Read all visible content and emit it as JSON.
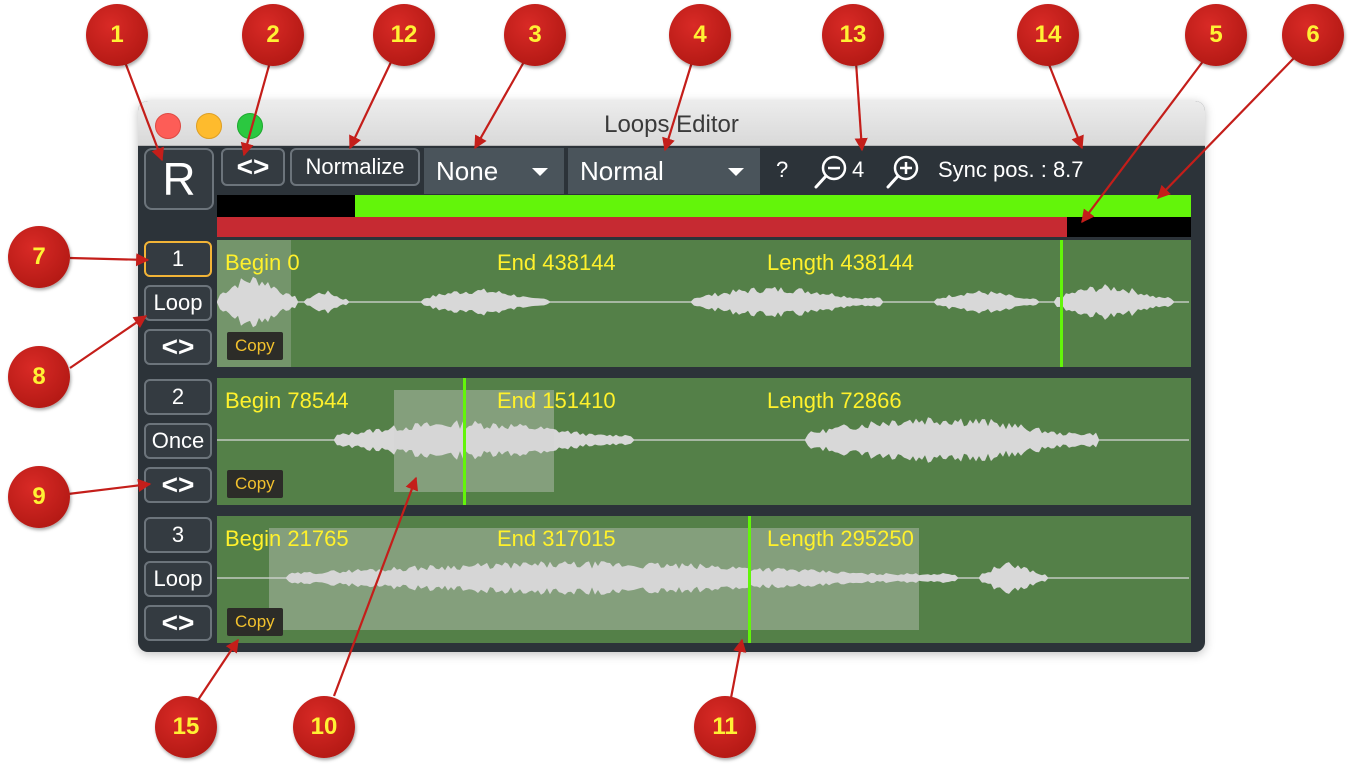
{
  "window": {
    "title": "Loops Editor"
  },
  "toolbar": {
    "record_label": "R",
    "arrows_label": "<>",
    "normalize_label": "Normalize",
    "dropdown_one": "None",
    "dropdown_two": "Normal",
    "help_label": "?",
    "zoom_level": "4",
    "sync_label": "Sync pos. :  8.7"
  },
  "overview": {
    "top_bar_fill_fraction_start": 0.142,
    "bottom_bar_fill_fraction": 0.873
  },
  "tracks": [
    {
      "number": "1",
      "mode": "Loop",
      "arrows": "<>",
      "begin": "Begin 0",
      "end": "End 438144",
      "length": "Length 438144",
      "copy": "Copy"
    },
    {
      "number": "2",
      "mode": "Once",
      "arrows": "<>",
      "begin": "Begin 78544",
      "end": "End 151410",
      "length": "Length 72866",
      "copy": "Copy"
    },
    {
      "number": "3",
      "mode": "Loop",
      "arrows": "<>",
      "begin": "Begin 21765",
      "end": "End 317015",
      "length": "Length 295250",
      "copy": "Copy"
    }
  ],
  "callouts": [
    "1",
    "2",
    "12",
    "3",
    "4",
    "13",
    "14",
    "5",
    "6",
    "7",
    "8",
    "9",
    "10",
    "11",
    "15"
  ],
  "colors": {
    "accent_green": "#63f50a",
    "track_bg": "#548048",
    "label_yellow": "#fff12c",
    "bar_red": "#c62a32",
    "callout_red": "#c41e1a"
  }
}
